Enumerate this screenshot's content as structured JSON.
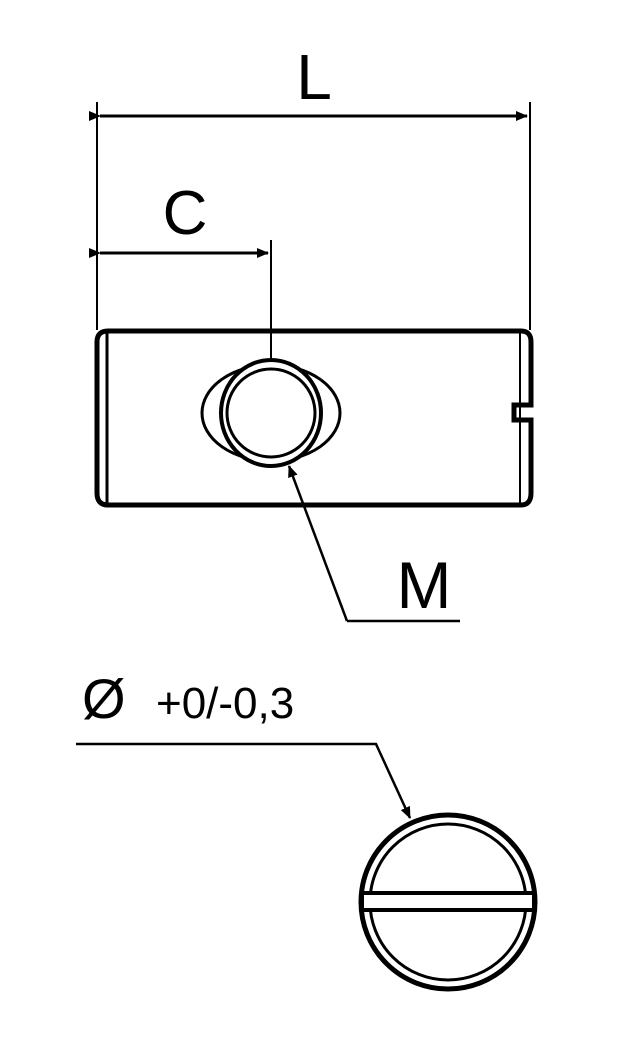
{
  "labels": {
    "length": "L",
    "hole_offset": "C",
    "thread": "M",
    "diameter_symbol": "Ø",
    "diameter_tolerance": "+0/-0,3"
  },
  "colors": {
    "line": "#000000",
    "background": "#ffffff"
  }
}
